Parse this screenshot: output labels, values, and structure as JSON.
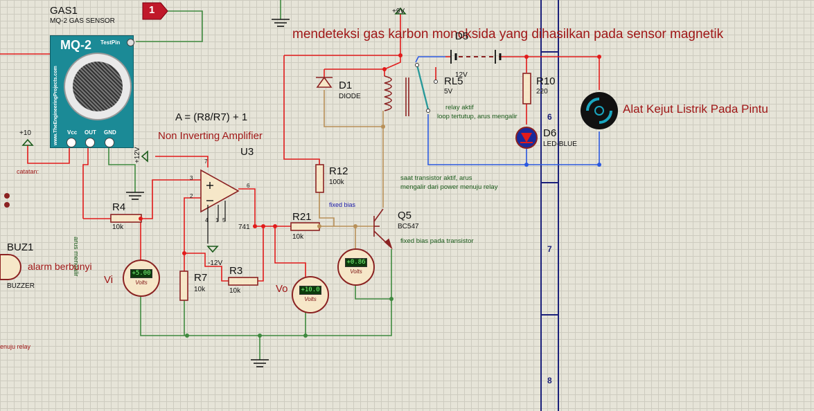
{
  "title_annotation": "mendeteksi gas karbon monoksida yang dihasilkan pada sensor magnetik",
  "formula": "A = (R8/R7) + 1",
  "amplifier_label": "Non Inverting Amplifier",
  "sensor": {
    "ref": "GAS1",
    "name": "MQ-2 GAS SENSOR",
    "badge": "MQ-2",
    "testpin": "TestPin",
    "vertical_text": "www.TheEngineeringProjects.com",
    "pins": [
      "Vcc",
      "OUT",
      "GND"
    ]
  },
  "marker_number": "1",
  "supplies": {
    "p10": "+10",
    "p12": "+12V",
    "p9": "+9V",
    "m12": "-12V"
  },
  "opamp": {
    "ref": "U3",
    "part": "741",
    "pins": {
      "in_plus": "3",
      "in_minus": "2",
      "out": "6",
      "v_plus": "7",
      "p4": "4",
      "p1": "1",
      "p5": "5"
    }
  },
  "resistors": [
    {
      "ref": "R4",
      "value": "10k"
    },
    {
      "ref": "R7",
      "value": "10k"
    },
    {
      "ref": "R3",
      "value": "10k"
    },
    {
      "ref": "R12",
      "value": "100k"
    },
    {
      "ref": "R21",
      "value": "10k"
    },
    {
      "ref": "R10",
      "value": "220"
    }
  ],
  "diode": {
    "ref": "D1",
    "type": "DIODE"
  },
  "battery": {
    "ref": "D5",
    "value": "12V"
  },
  "relay": {
    "ref": "RL5",
    "value": "5V"
  },
  "led": {
    "ref": "D6",
    "type": "LED-BLUE"
  },
  "transistor": {
    "ref": "Q5",
    "type": "BC547"
  },
  "buzzer": {
    "ref": "BUZ1",
    "type": "BUZZER"
  },
  "meters": [
    {
      "value": "+5.00",
      "unit": "Volts",
      "label": "Vi"
    },
    {
      "value": "+10.0",
      "unit": "Volts",
      "label": "Vo"
    },
    {
      "value": "+0.86",
      "unit": "Volts",
      "label": ""
    }
  ],
  "annotations": {
    "catatan": "catatan:",
    "arus_mengalir": "arus mengalir",
    "alarm": "alarm berbunyi",
    "menuju_relay": "enuju relay",
    "fixed_bias": "fixed bias",
    "fixed_bias_transistor": "fixed bias pada transistor",
    "saat_transistor_1": "saat transistor aktif, arus",
    "saat_transistor_2": "mengalir dari power menuju relay",
    "relay_aktif_1": "relay aktif",
    "relay_aktif_2": "loop tertutup, arus mengalir",
    "alat_kejut": "Alat Kejut Listrik Pada Pintu"
  },
  "sheet_numbers": [
    "6",
    "7",
    "8"
  ],
  "colors": {
    "wire_red": "#e21b1b",
    "wire_green": "#3f8a3f",
    "wire_blue": "#2a58e0",
    "wire_tan": "#b89058",
    "body_maroon": "#8b2222",
    "sheet_border": "#1a1f7a"
  }
}
